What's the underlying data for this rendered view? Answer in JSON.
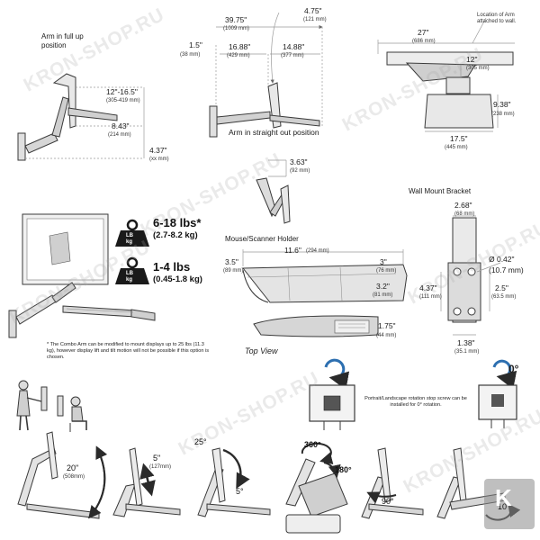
{
  "watermark": "KRON-SHOP.RU",
  "colors": {
    "line": "#3a3a3a",
    "fill_light": "#e6e6e6",
    "fill_mid": "#bdbdbd",
    "fill_dark": "#555555",
    "arrow_blue": "#2d6fb0",
    "weight_black": "#1a1a1a",
    "dim_line": "#9a9a9a",
    "corner_badge": "#8a8a8a"
  },
  "panel1": {
    "caption": "Arm in full up position",
    "d1": "12\"-16.5\"",
    "d1s": "(305-419 mm)",
    "d2": "8.43\"",
    "d2s": "(214 mm)",
    "d3": "4.37\"",
    "d3s": "(xx mm)"
  },
  "panel2": {
    "caption": "Arm in straight out position",
    "d1": "39.75\"",
    "d1s": "(1009 mm)",
    "d2": "4.75\"",
    "d2s": "(121 mm)",
    "d3": "1.5\"",
    "d3s": "(38 mm)",
    "d4": "16.88\"",
    "d4s": "(429 mm)",
    "d5": "14.88\"",
    "d5s": "(377 mm)"
  },
  "panel3": {
    "note": "Location of Arm attached to wall.",
    "d1": "27\"",
    "d1s": "(686 mm)",
    "d2": "12\"",
    "d2s": "(305 mm)",
    "d3": "9.38\"",
    "d3s": "(238 mm)",
    "d4": "17.5\"",
    "d4s": "(445 mm)"
  },
  "panel4": {
    "d1": "3.63\"",
    "d1s": "(92 mm)"
  },
  "weights": {
    "w1": "6-18 lbs*",
    "w1s": "(2.7-8.2 kg)",
    "w2": "1-4 lbs",
    "w2s": "(0.45-1.8 kg)",
    "badge_top": "LB",
    "badge_bottom": "kg",
    "footnote": "* The Combo Arm can be modified to mount displays up to 25 lbs (11.3 kg), however display lift and tilt motion will not be possible if this option is chosen."
  },
  "mouse_holder": {
    "title": "Mouse/Scanner Holder",
    "d1": "11.6\"",
    "d1s": "(294 mm)",
    "d2": "3.5\"",
    "d2s": "(89 mm)",
    "d3": "3\"",
    "d3s": "(76 mm)",
    "d4": "3.2\"",
    "d4s": "(81 mm)",
    "d5": "1.75\"",
    "d5s": "(44 mm)",
    "topview": "Top View"
  },
  "wall_bracket": {
    "title": "Wall Mount Bracket",
    "d1": "2.68\"",
    "d1s": "(68 mm)",
    "d2": "Ø 0.42\"",
    "d2s": "(10.7 mm)",
    "d3": "4.37\"",
    "d3s": "(111 mm)",
    "d4": "2.5\"",
    "d4s": "(63.5 mm)",
    "d5": "1.38\"",
    "d5s": "(35.1 mm)"
  },
  "rotation": {
    "zero": "0°",
    "note": "Portrait/Landscape rotation stop screw can be installed for 0° rotation."
  },
  "motions": {
    "lift": "20\"",
    "lift_s": "(508mm)",
    "slide": "5\"",
    "slide_s": "(127mm)",
    "tilt_up": "25°",
    "tilt_down": "5°",
    "rot360": "360°",
    "rot180": "180°",
    "swivel": "90°",
    "tilt10": "10°",
    "badge": "K"
  }
}
